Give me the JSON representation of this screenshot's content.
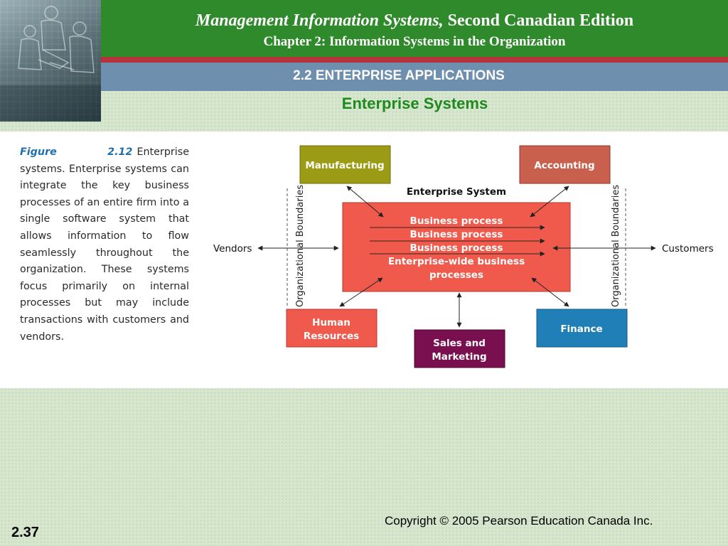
{
  "header": {
    "book_title_italic": "Management Information Systems,",
    "book_title_rest": " Second Canadian Edition",
    "chapter_title": "Chapter 2: Information Systems in the Organization",
    "section_title": "2.2 ENTERPRISE APPLICATIONS"
  },
  "slide": {
    "heading": "Enterprise Systems",
    "copyright": "Copyright © 2005 Pearson Education Canada Inc.",
    "number": "2.37"
  },
  "figure": {
    "label": "Figure 2.12",
    "caption": "Enterprise systems. Enterprise systems can integrate the key business processes of an entire firm into a single software system that allows information to flow seamlessly throughout the organization. These systems focus primarily on internal processes but may include transactions with customers and vendors."
  },
  "diagram": {
    "enterprise_system_label": "Enterprise System",
    "core_lines": [
      "Business process",
      "Business process",
      "Business process",
      "Enterprise-wide business",
      "processes"
    ],
    "modules": {
      "manufacturing": "Manufacturing",
      "accounting": "Accounting",
      "human_resources_1": "Human",
      "human_resources_2": "Resources",
      "sales_marketing_1": "Sales and",
      "sales_marketing_2": "Marketing",
      "finance": "Finance"
    },
    "boundary_label": "Organizational Boundaries",
    "vendors": "Vendors",
    "customers": "Customers",
    "colors": {
      "core": "#ef5a4c",
      "manufacturing": "#9c9b16",
      "accounting": "#c8604d",
      "human_resources": "#ef5a4c",
      "sales_marketing": "#7a0f4f",
      "finance": "#1f7fb6"
    }
  }
}
